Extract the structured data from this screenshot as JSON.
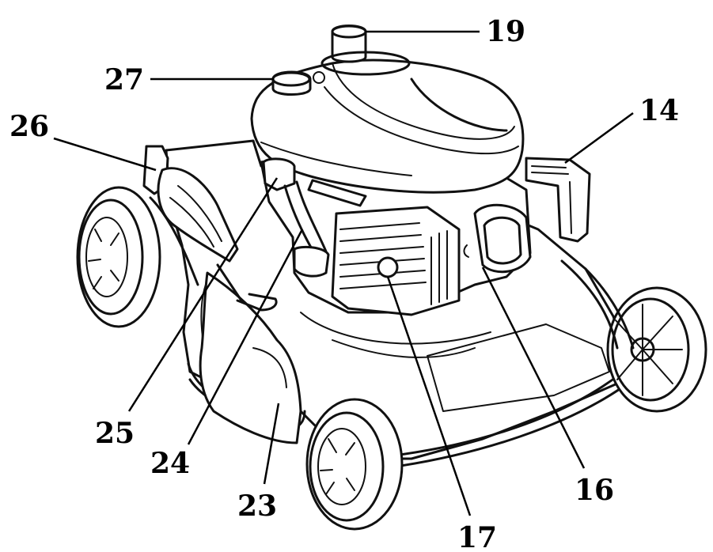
{
  "callouts": [
    {
      "id": "14",
      "label": "14"
    },
    {
      "id": "16",
      "label": "16"
    },
    {
      "id": "17",
      "label": "17"
    },
    {
      "id": "19",
      "label": "19"
    },
    {
      "id": "23",
      "label": "23"
    },
    {
      "id": "24",
      "label": "24"
    },
    {
      "id": "25",
      "label": "25"
    },
    {
      "id": "26",
      "label": "26"
    },
    {
      "id": "27",
      "label": "27"
    }
  ]
}
